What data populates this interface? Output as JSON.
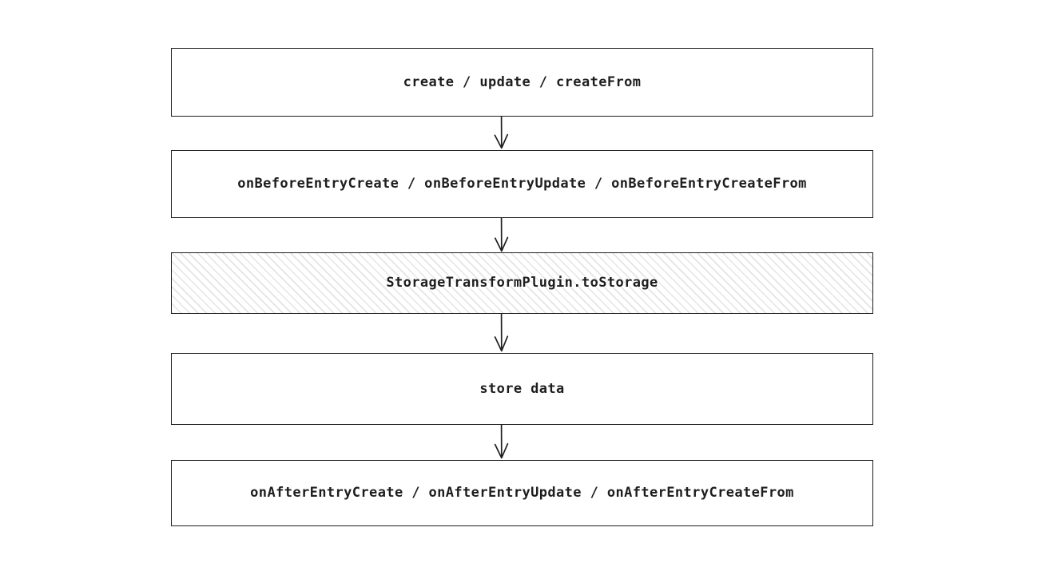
{
  "diagram": {
    "type": "flowchart",
    "orientation": "top-to-bottom",
    "background_color": "#ffffff",
    "stroke_color": "#1e1e1e",
    "text_color": "#1e1e1e",
    "hatch_color": "#e4e4e6",
    "nodes": [
      {
        "id": "lifecycle-methods",
        "label": "create / update / createFrom",
        "style": "plain"
      },
      {
        "id": "before-entry-hooks",
        "label": "onBeforeEntryCreate / onBeforeEntryUpdate / onBeforeEntryCreateFrom",
        "style": "plain"
      },
      {
        "id": "storage-transform-to-storage",
        "label": "StorageTransformPlugin.toStorage",
        "style": "hatched"
      },
      {
        "id": "store-data",
        "label": "store data",
        "style": "plain"
      },
      {
        "id": "after-entry-hooks",
        "label": "onAfterEntryCreate / onAfterEntryUpdate / onAfterEntryCreateFrom",
        "style": "plain"
      }
    ],
    "edges": [
      {
        "id": "edge-1",
        "from": "lifecycle-methods",
        "to": "before-entry-hooks",
        "arrow": "down-arrow"
      },
      {
        "id": "edge-2",
        "from": "before-entry-hooks",
        "to": "storage-transform-to-storage",
        "arrow": "down-arrow"
      },
      {
        "id": "edge-3",
        "from": "storage-transform-to-storage",
        "to": "store-data",
        "arrow": "down-arrow"
      },
      {
        "id": "edge-4",
        "from": "store-data",
        "to": "after-entry-hooks",
        "arrow": "down-arrow"
      }
    ]
  }
}
